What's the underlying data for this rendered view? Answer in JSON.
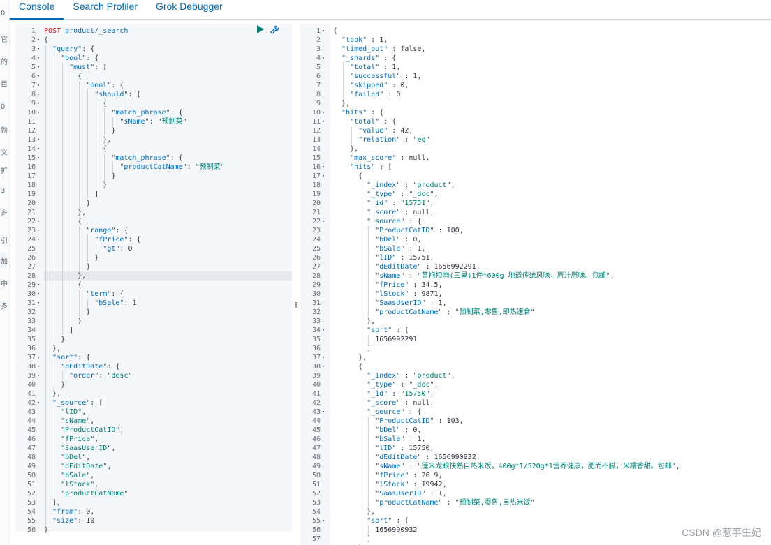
{
  "tabs": [
    {
      "label": "Console",
      "active": true
    },
    {
      "label": "Search Profiler",
      "active": false
    },
    {
      "label": "Grok Debugger",
      "active": false
    }
  ],
  "side_glyphs": [
    "0",
    "它",
    "的",
    "目",
    "0",
    "勃",
    "义",
    "扩",
    "3",
    "乡",
    "引",
    "加",
    "中",
    "多"
  ],
  "watermark": "CSDN @惹事生妃",
  "request": {
    "method": "POST",
    "path": "product/_search",
    "lines": [
      "{",
      "  \"query\": {",
      "    \"bool\": {",
      "      \"must\": [",
      "        {",
      "          \"bool\": {",
      "            \"should\": [",
      "              {",
      "                \"match_phrase\": {",
      "                  \"sName\": \"预制菜\"",
      "                }",
      "              },",
      "              {",
      "                \"match_phrase\": {",
      "                  \"productCatName\": \"预制菜\"",
      "                }",
      "              }",
      "            ]",
      "          }",
      "        },",
      "        {",
      "          \"range\": {",
      "            \"fPrice\": {",
      "              \"gt\": 0",
      "            }",
      "          }",
      "        },",
      "        {",
      "          \"term\": {",
      "            \"bSale\": 1",
      "          }",
      "        }",
      "      ]",
      "    }",
      "  },",
      "  \"sort\": {",
      "    \"dEditDate\": {",
      "      \"order\": \"desc\"",
      "    }",
      "  },",
      "  \"_source\": [",
      "    \"lID\",",
      "    \"sName\",",
      "    \"ProductCatID\",",
      "    \"fPrice\",",
      "    \"SaasUserID\",",
      "    \"bDel\",",
      "    \"dEditDate\",",
      "    \"bSale\",",
      "    \"lStock\",",
      "    \"productCatName\"",
      "  ],",
      "  \"from\": 0,",
      "  \"size\": 10",
      "}"
    ],
    "folds": [
      2,
      3,
      4,
      5,
      6,
      7,
      8,
      9,
      10,
      13,
      14,
      15,
      22,
      23,
      24,
      29,
      30,
      31,
      37,
      38,
      39,
      42
    ],
    "cursor_line": 28
  },
  "response": {
    "lines": [
      "{",
      "  \"took\" : 1,",
      "  \"timed_out\" : false,",
      "  \"_shards\" : {",
      "    \"total\" : 1,",
      "    \"successful\" : 1,",
      "    \"skipped\" : 0,",
      "    \"failed\" : 0",
      "  },",
      "  \"hits\" : {",
      "    \"total\" : {",
      "      \"value\" : 42,",
      "      \"relation\" : \"eq\"",
      "    },",
      "    \"max_score\" : null,",
      "    \"hits\" : [",
      "      {",
      "        \"_index\" : \"product\",",
      "        \"_type\" : \"_doc\",",
      "        \"_id\" : \"15751\",",
      "        \"_score\" : null,",
      "        \"_source\" : {",
      "          \"ProductCatID\" : 100,",
      "          \"bDel\" : 0,",
      "          \"bSale\" : 1,",
      "          \"lID\" : 15751,",
      "          \"dEditDate\" : 1656992291,",
      "          \"sName\" : \"黄袍扣肉(三星)1件*600g 地道传统风味，原汁原味。包邮\",",
      "          \"fPrice\" : 34.5,",
      "          \"lStock\" : 9871,",
      "          \"SaasUserID\" : 1,",
      "          \"productCatName\" : \"预制菜,零售,即热速食\"",
      "        },",
      "        \"sort\" : [",
      "          1656992291",
      "        ]",
      "      },",
      "      {",
      "        \"_index\" : \"product\",",
      "        \"_type\" : \"_doc\",",
      "        \"_id\" : \"15750\",",
      "        \"_score\" : null,",
      "        \"_source\" : {",
      "          \"ProductCatID\" : 103,",
      "          \"bDel\" : 0,",
      "          \"bSale\" : 1,",
      "          \"lID\" : 15750,",
      "          \"dEditDate\" : 1656990932,",
      "          \"sName\" : \"莲米龙眼快熟自热米饭，400g*1/520g*1营养健康，肥而不腻，米糯香甜。包邮\",",
      "          \"fPrice\" : 26.9,",
      "          \"lStock\" : 19942,",
      "          \"SaasUserID\" : 1,",
      "          \"productCatName\" : \"预制菜,零售,自热米饭\"",
      "        },",
      "        \"sort\" : [",
      "          1656990932",
      "        ]",
      "      },",
      "      {"
    ],
    "folds": [
      1,
      4,
      10,
      11,
      16,
      17,
      22,
      34,
      37,
      38,
      43,
      55,
      58
    ]
  }
}
